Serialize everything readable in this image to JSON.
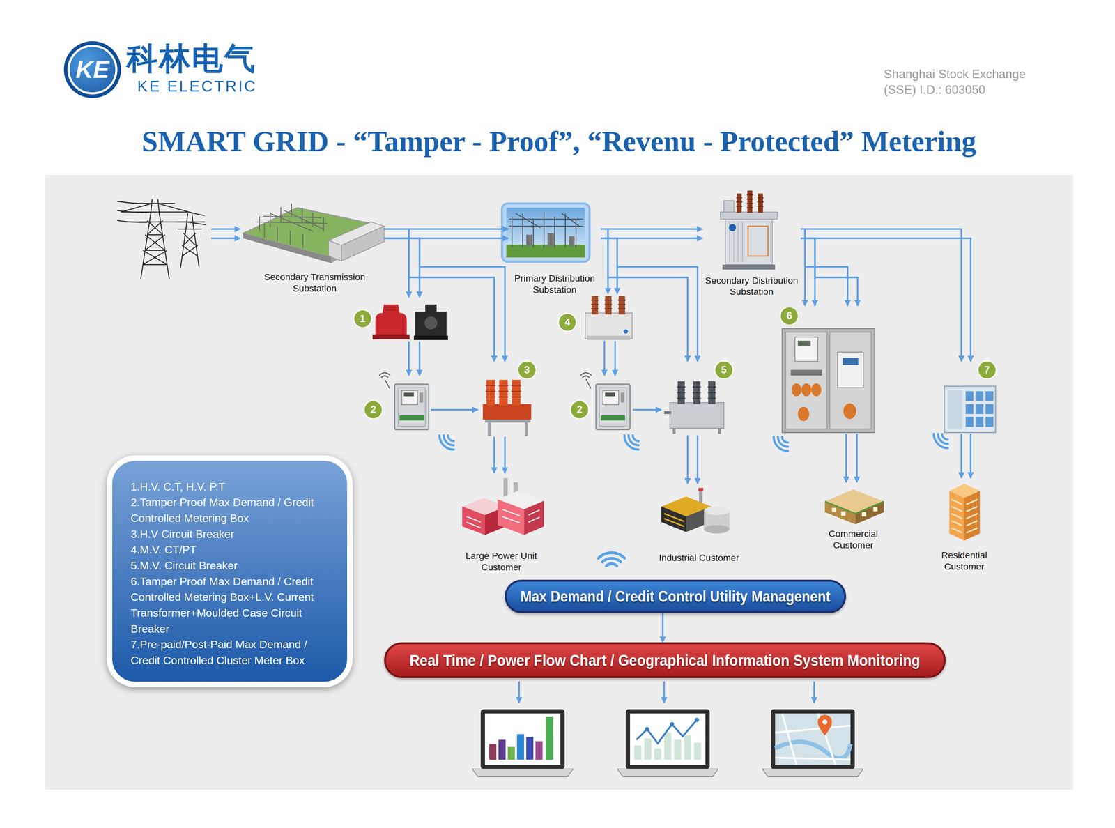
{
  "diagram": {
    "title": "SMART GRID - “Tamper - Proof”, “Revenu - Protected” Metering",
    "nodes": [
      {
        "text": [
          "KE"
        ]
      },
      {
        "text": [
          "Secondary Transmission Substation"
        ]
      },
      {
        "text": [
          "Primary Distribution Substation"
        ]
      },
      {
        "text": [
          "Secondary Distribution Substation"
        ]
      },
      {
        "text": [
          "1"
        ]
      },
      {
        "text": [
          "4"
        ]
      },
      {
        "text": [
          "6"
        ]
      },
      {
        "text": [
          "3"
        ]
      },
      {
        "text": [
          "5"
        ]
      },
      {
        "text": [
          "7"
        ]
      },
      {
        "text": [
          "2"
        ]
      },
      {
        "text": [
          "2"
        ]
      },
      {
        "text": [
          "Large Power Unit Customer"
        ]
      },
      {
        "text": [
          "Industrial Customer"
        ]
      },
      {
        "text": [
          "Commercial Customer"
        ]
      },
      {
        "text": [
          "Residential Customer"
        ]
      },
      {
        "text": [
          "1.H.V. C.T, H.V. P.T",
          "2.Tamper Proof Max Demand / Gredit Controlled Metering Box",
          "3.H.V Circuit Breaker",
          "4.M.V. CT/PT",
          "5.M.V. Circuit Breaker",
          "6.Tamper Proof Max Demand / Credit Controlled Metering Box+L.V. Current Transformer+Moulded Case Circuit Breaker",
          "7.Pre-paid/Post-Paid Max Demand / Credit Controlled Cluster Meter Box"
        ]
      },
      {
        "text": [
          "Max Demand / Credit Control Utility Managenent"
        ]
      },
      {
        "text": [
          "Real Time / Power Flow Chart / Geographical Information System Monitoring"
        ]
      }
    ],
    "edges": [
      {
        "from": 1,
        "to": 2,
        "arrow": "to"
      },
      {
        "from": 1,
        "to": 4,
        "arrow": "to"
      },
      {
        "from": 1,
        "to": 7,
        "arrow": "to"
      },
      {
        "from": 2,
        "to": 3,
        "arrow": "to"
      },
      {
        "from": 2,
        "to": 5,
        "arrow": "to"
      },
      {
        "from": 2,
        "to": 8,
        "arrow": "to"
      },
      {
        "from": 3,
        "to": 6,
        "arrow": "to"
      },
      {
        "from": 3,
        "to": 9,
        "arrow": "to"
      },
      {
        "from": 4,
        "to": 10,
        "arrow": "to"
      },
      {
        "from": 10,
        "to": 7,
        "arrow": "to"
      },
      {
        "from": 5,
        "to": 11,
        "arrow": "to"
      },
      {
        "from": 11,
        "to": 8,
        "arrow": "to"
      },
      {
        "from": 7,
        "to": 12,
        "arrow": "to"
      },
      {
        "from": 8,
        "to": 13,
        "arrow": "to"
      },
      {
        "from": 6,
        "to": 14,
        "arrow": "to"
      },
      {
        "from": 9,
        "to": 15,
        "arrow": "to"
      },
      {
        "from": 17,
        "to": 18,
        "arrow": "to"
      }
    ],
    "labels": [
      "科林电气",
      "KE ELECTRIC",
      "Shanghai Stock Exchange (SSE) I.D.: 603050"
    ]
  }
}
